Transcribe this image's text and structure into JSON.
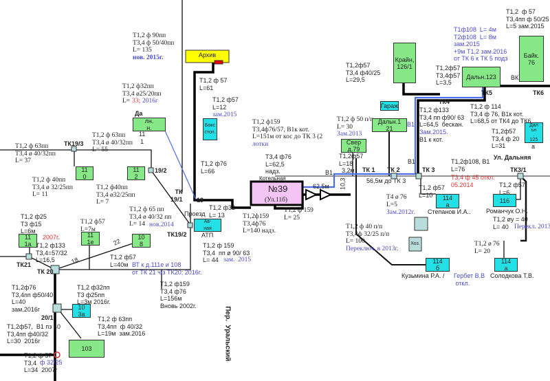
{
  "colors": {
    "building_green": "#86e886",
    "building_cyan": "#22e0e6",
    "boiler": "#f4c4f4",
    "archive": "#ffff00",
    "pipe_blue": "#4a6ee8",
    "note_blue": "#4a4ad0",
    "note_red": "#e03030"
  },
  "nodes": {
    "tk19_3": "ТК19/3",
    "n19_2": "19/2",
    "tk19_1": "ТК\n19/1",
    "n19": "19",
    "tk19_2": "ТК19/2",
    "tk21": "ТК21",
    "tk20": "ТК 20",
    "n20_1": "20/1",
    "tk1": "ТК 1",
    "tk2": "ТК 2",
    "tk3": "ТК 3",
    "tk3_1": "ТК3/1",
    "tk4": "ТК4",
    "tk5": "ТК5",
    "tk6": "ТК6",
    "vk": "ВК",
    "v1a": "В1",
    "v1b": "В1",
    "v1c": "В1"
  },
  "buildings": {
    "archive": "Архив",
    "dal111_top": "Да",
    "dal111": "лн.\nн.",
    "dal111_bottom": "11\n1",
    "b110": "11\n0",
    "b112": "11\n2",
    "b111a": "11\n1а",
    "b111e": "11\n1е",
    "b108": "10\n8",
    "b103a": "10\n3а",
    "b103": "103",
    "boks": "Бокс\nстоп.",
    "atp": "Ав-\nная",
    "atp_caption": "АТП",
    "proezd": "Проезд",
    "boiler_caption": "Котельная",
    "boiler_no": "№39",
    "boiler_sub": "(Ул.11б)",
    "sver79": "Свер\nд.79",
    "garage": "Гараж",
    "dal121": "Дальн.1\n21",
    "krain": "Крайн,\n126/1",
    "dal123": "Дальн.123",
    "baik76": "Байк.\n76",
    "dal125": "Дал\nьн\n.\n125",
    "dal125_a": "а",
    "b114a": "114\nа",
    "b114a_caption": "Степанов И.А..",
    "b116": "116",
    "b116_caption": "Романчук О.Н.",
    "b114b": "114\nб",
    "b114b_caption": "Кузьмина Р.А. /",
    "b114b_caption2": "Гербет В.В\n откл.",
    "b114a2": "114\nа",
    "b114a2_caption": "Солодкова Т.В.",
    "hoz": "Хоз."
  },
  "streets": {
    "uralsky": "Пер.  Уральский",
    "dalnyaya": "Ул. Дальняя"
  },
  "labels": {
    "l1": "Т1,2 ф 90пп\nТ3,4 ф 50/40пп\nL= 135",
    "l1b": "нов. 2015г.",
    "l2": "Т1,2 ф32пп\nТ3,4 ø25/20пп\nL=",
    "l2r": "33;",
    "l2b": "2016г",
    "l3": "Т1,2 ф 63пп\nТ3,4 ø 40/32пп\nL= 37",
    "l4": "Т1,2 ф 63пп\nТ3,4 ø 40/32пп\nL= 55",
    "l5": "Т1,2 ф 40пп\nТ3,4 ø 32/25пп\nL= 11",
    "l6": "Т1,2 ф40пп\nТ3,4 ø32/25пп\nL= 7",
    "l7": "Т1,2 ф 65 пп\nТ3,4 ø 40/32 пп\nL= 14",
    "l7b": "нов.2014",
    "l8": "Т1,2 ф25\nТ3 ф15\nL=6м",
    "l8r": "2007г.",
    "l9": "Т1,2 ф133\nТ3,4=57/32\nL=16,5",
    "l10": "Т1,2 ф57\nL=7м",
    "l11": "Т1,2 ф57\nL=40м",
    "l11b": "ВТ к д.111е и 108\nот ТК 21 ч/з ТК20; 2016г.",
    "l12": "Т1,2ф76\nТ3,4пп ф50/40\nL=40\nзам.2016г",
    "l13": "Т1,2 ф32пп\nТ3 ф25пп\nL=3м 2016г.",
    "l14": "Т1,2 ф 63пп\nТ3,4пп  ф 40/32\nL=19м  зам.2016",
    "l15": "Т1,2ф57,  В1 пз 40\nТ3,4пп ф40/32\nL=30  2016г",
    "l16": "Т1,2 ф 57\nТ3,4",
    "l16b": "ф 32/25",
    "l16c": "L=34  2007г",
    "l17": "Т1,2 ф159\nТ3,4 ф76\nL=156м\nВновь 2002г.",
    "l18": "Т1,2 ф 57\nL=61",
    "l19": "Т1,2 ф57\nL=12",
    "l19b": "зам.2015",
    "l20": "Т1,2 ф76\nL=66",
    "l21": "Т1,2 ф32\nL= 13",
    "l22": "Т1,2 ф 159\nТ3,4  пп ø 90/ 63\nL= 44",
    "l22b": "зам.  2015",
    "l23": "Т1,2ф159\nТ3,4ф76\nL=140 надз.",
    "l24": "Т1,2 ф 159\nL= 25",
    "l25": "Т3,4 ф76\nL=62,5\nнадз.",
    "l26": "Т1,2 ф159\nТ3,4ф76/57, В1к кот.\nL=151м от кос до ТК 3 (2",
    "l26b": "лотки",
    "l27": "62,5м",
    "l28": "3,2м",
    "l29": "10,3",
    "l30": "56,5м до ТК 3",
    "l31": "Т1,2 ф 50 п/п\nL= 30",
    "l31b": "Зам.2013",
    "l32": "Т1,2ф57\nL=18",
    "l33": "Т4 ø 76\nL=5",
    "l33b": "Зам.2012г.",
    "l34": "Т1,2 ф 40 п/п\nТ3,4ф 32/25 п/п\nL= 100",
    "l34b": "Переключ. в 2013г.",
    "l35": "Т1,2 ф57\nL=10",
    "l36": "Т1,2ф108, В1\nL=76",
    "l36r": "Т3,4 ф 45 откл.\n05.2014",
    "l37": "Т1,2 ф57\nL=6",
    "l38": "Т1,2 øу = 40\nL= 40",
    "l38b": "Перекл. 2013",
    "l39": "Т1,2 ø 76\nL= 20",
    "l40": "Т1,2ф57\nТ3,4 ф40/25\nL=29,5",
    "l41": "Т1,2ф57\nТ3,4ф57\nL=3,5",
    "l42": "Т1,2 ф133\nТ3,4 пп ф90/ 63\nL=64,5  бескан.",
    "l42b": "Зам.2015.",
    "l42c": "В1 к кот.",
    "l43": "Т1,2 ф 114\nТ3,4 ф 76, В1к кот.\nL=68,5 от ТК4 до ТК6",
    "l44": "Т1ф108  L= 4м\nТ2ф108  L= 8м\nзам.2015\n+9м Т1,2 зам.2016\nот ТК 6 к ТК 5 подз",
    "l45": "Т1,2  ф 57\nТ3,4пп ф 50/25\nL=5 зам.2015",
    "l46": "Т1,2ф57\nТ3,4 ф 20\nL=31",
    "l47": "22",
    "l48": "18"
  }
}
